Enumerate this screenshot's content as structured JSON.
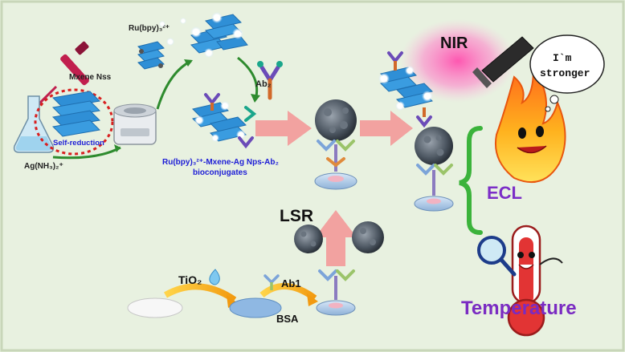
{
  "colors": {
    "background": "#e8f1e0",
    "frame": "#c8d6b9",
    "arrow_pink": "#f2a2a0",
    "arrow_green": "#2e8b2e",
    "arrow_orange": "#f2a118",
    "mxene_blue": "#2f8fd6",
    "label_blue": "#1d1dd6",
    "self_reduction_red": "#d81f1f",
    "ecl_purple": "#7b2ec7",
    "bracket_green": "#3bb33b",
    "temperature_purple": "#7a2bc2"
  },
  "labels": {
    "ru_complex": "Ru(bpy)₃²⁺",
    "mxene_nss": "Mxene Nss",
    "self_reduction": "Self-reduction",
    "ag_nh3": "Ag(NH₃)₂⁺",
    "ab2": "Ab₂",
    "bioconjugate_line1": "Ru(bpy)₃²⁺-Mxene-Ag Nps-Ab₂",
    "bioconjugate_line2": "bioconjugates",
    "nir": "NIR",
    "speech": "I`m\nstronger",
    "speech_line1": "I`m",
    "speech_line2": "stronger",
    "ecl": "ECL",
    "lsr": "LSR",
    "tio2": "TiO₂",
    "ab1": "Ab1",
    "bsa": "BSA",
    "temperature": "Temperature"
  },
  "icons": [
    "pipette-icon",
    "flask-icon",
    "centrifuge-icon",
    "mxene-sheet-icon",
    "antibody-icon",
    "nanoparticle-icon",
    "electrode-disc-icon",
    "flashlight-icon",
    "flame-mascot-icon",
    "thermometer-mascot-icon",
    "magnifier-icon",
    "droplet-icon"
  ]
}
